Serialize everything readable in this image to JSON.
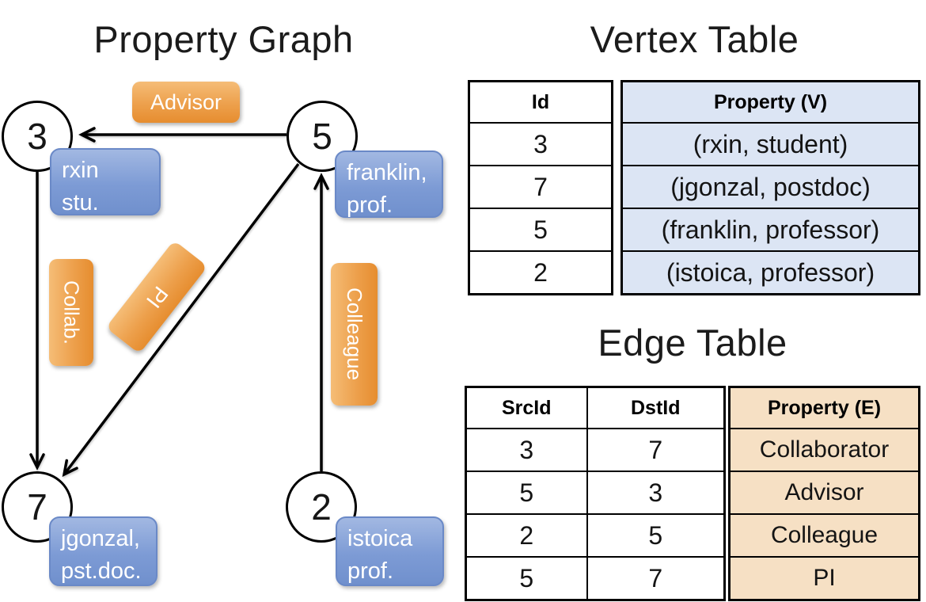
{
  "graph": {
    "title": "Property Graph",
    "nodes": [
      {
        "id": "3"
      },
      {
        "id": "5"
      },
      {
        "id": "7"
      },
      {
        "id": "2"
      }
    ],
    "edge_labels": [
      {
        "name": "advisor",
        "label": "Advisor"
      },
      {
        "name": "collab",
        "label": "Collab."
      },
      {
        "name": "pi",
        "label": "PI"
      },
      {
        "name": "colleague",
        "label": "Colleague"
      }
    ],
    "property_boxes": [
      {
        "name": "rxin",
        "line1": "rxin",
        "line2": "stu."
      },
      {
        "name": "franklin",
        "line1": "franklin,",
        "line2": "prof."
      },
      {
        "name": "jgonzal",
        "line1": "jgonzal,",
        "line2": "pst.doc."
      },
      {
        "name": "istoica",
        "line1": "istoica",
        "line2": "prof."
      }
    ]
  },
  "vertex_table": {
    "title": "Vertex Table",
    "columns": {
      "id": "Id",
      "property": "Property (V)"
    },
    "rows": [
      {
        "id": "3",
        "property": "(rxin, student)"
      },
      {
        "id": "7",
        "property": "(jgonzal, postdoc)"
      },
      {
        "id": "5",
        "property": "(franklin, professor)"
      },
      {
        "id": "2",
        "property": "(istoica, professor)"
      }
    ]
  },
  "edge_table": {
    "title": "Edge Table",
    "columns": {
      "src": "SrcId",
      "dst": "DstId",
      "property": "Property (E)"
    },
    "rows": [
      {
        "src": "3",
        "dst": "7",
        "property": "Collaborator"
      },
      {
        "src": "5",
        "dst": "3",
        "property": "Advisor"
      },
      {
        "src": "2",
        "dst": "5",
        "property": "Colleague"
      },
      {
        "src": "5",
        "dst": "7",
        "property": "PI"
      }
    ]
  },
  "colors": {
    "edge_label_orange": "#eda04c",
    "property_box_blue": "#7d9bd5",
    "vertex_column_fill": "#dce5f4",
    "edge_column_fill": "#f6e0c4",
    "line_black": "#000000"
  }
}
